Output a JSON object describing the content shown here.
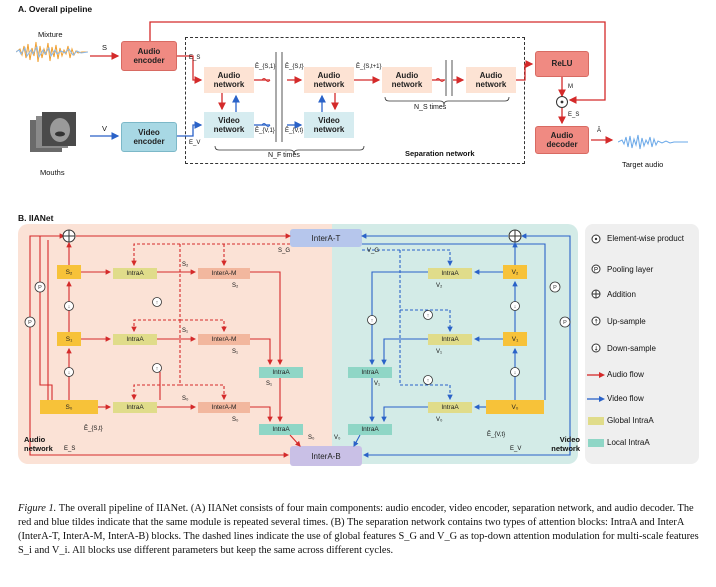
{
  "section_a": {
    "title": "A. Overall pipeline",
    "mixture_label": "Mixture",
    "mouths_label": "Mouths",
    "target_label": "Target audio",
    "audio_encoder": "Audio encoder",
    "video_encoder": "Video encoder",
    "audio_network": "Audio network",
    "video_network": "Video network",
    "relu": "ReLU",
    "audio_decoder": "Audio decoder",
    "separation_network": "Separation network",
    "ns_times": "N_S times",
    "nf_times": "N_F times",
    "s_label": "S",
    "v_label": "V",
    "es_label": "E_S",
    "ev_label": "E_V",
    "es1_label": "Ē_{S,1}",
    "est_label": "Ē_{S,t}",
    "est1_label": "Ē_{S,t+1}",
    "ev1_label": "Ē_{V,1}",
    "evt_label": "Ē_{V,t}",
    "m_label": "M",
    "a_label": "Ā"
  },
  "section_b": {
    "title": "B. IIANet",
    "intera_t": "InterA-T",
    "intera_b": "InterA-B",
    "intera_m": "InterA-M",
    "intraa": "IntraA",
    "audio_network": "Audio network",
    "video_network": "Video network",
    "s0": "S₀",
    "s1": "S₁",
    "s2": "S₂",
    "v0": "V₀",
    "v1": "V₁",
    "v2": "V₂",
    "sg": "S_G",
    "vg": "V_G",
    "es": "E_S",
    "ev": "E_V",
    "est": "Ē_{S,t}",
    "evt": "Ē_{V,t}"
  },
  "legend": [
    {
      "icon": "element-wise-product-icon",
      "label": "Element-wise product"
    },
    {
      "icon": "pooling-layer-icon",
      "label": "Pooling layer"
    },
    {
      "icon": "addition-icon",
      "label": "Addition"
    },
    {
      "icon": "up-sample-icon",
      "label": "Up-sample"
    },
    {
      "icon": "down-sample-icon",
      "label": "Down-sample"
    },
    {
      "icon": "audio-flow-icon",
      "label": "Audio flow"
    },
    {
      "icon": "video-flow-icon",
      "label": "Video flow"
    },
    {
      "icon": "global-intraa-icon",
      "label": "Global IntraA"
    },
    {
      "icon": "local-intraa-icon",
      "label": "Local IntraA"
    }
  ],
  "colors": {
    "audio": "#d42a2a",
    "video": "#2a62c8",
    "audio_bg": "#fbe2d6",
    "video_bg": "#d3ebe7"
  },
  "caption": {
    "lead": "Figure 1.",
    "text": "The overall pipeline of IIANet. (A) IIANet consists of four main components: audio encoder, video encoder, separation network, and audio decoder. The red and blue tildes indicate that the same module is repeated several times. (B) The separation network contains two types of attention blocks: IntraA and InterA (InterA-T, InterA-M, InterA-B) blocks. The dashed lines indicate the use of global features S_G and V_G as top-down attention modulation for multi-scale features S_i and V_i. All blocks use different parameters but keep the same across different cycles."
  }
}
